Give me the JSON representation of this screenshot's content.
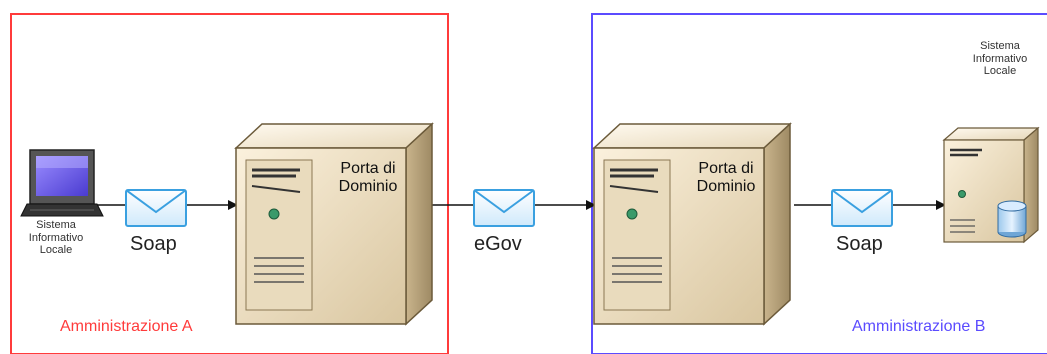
{
  "colors": {
    "admin_a": "#ff3b3b",
    "admin_b": "#5b4bff",
    "server_body": "#e8d8b8",
    "server_side": "#b8a47e",
    "envelope": "#3aa0e0"
  },
  "left_system": {
    "label_lines": [
      "Sistema",
      "Informativo",
      "Locale"
    ],
    "icon": "computer-icon"
  },
  "right_system": {
    "label_lines": [
      "Sistema",
      "Informativo",
      "Locale"
    ],
    "icon": "server-database-icon"
  },
  "portA": {
    "label_lines": [
      "Porta di",
      "Dominio"
    ],
    "icon": "server-icon"
  },
  "portB": {
    "label_lines": [
      "Porta di",
      "Dominio"
    ],
    "icon": "server-icon"
  },
  "messages": {
    "left": "Soap",
    "middle": "eGov",
    "right": "Soap"
  },
  "admins": {
    "a": "Amministrazione A",
    "b": "Amministrazione B"
  }
}
